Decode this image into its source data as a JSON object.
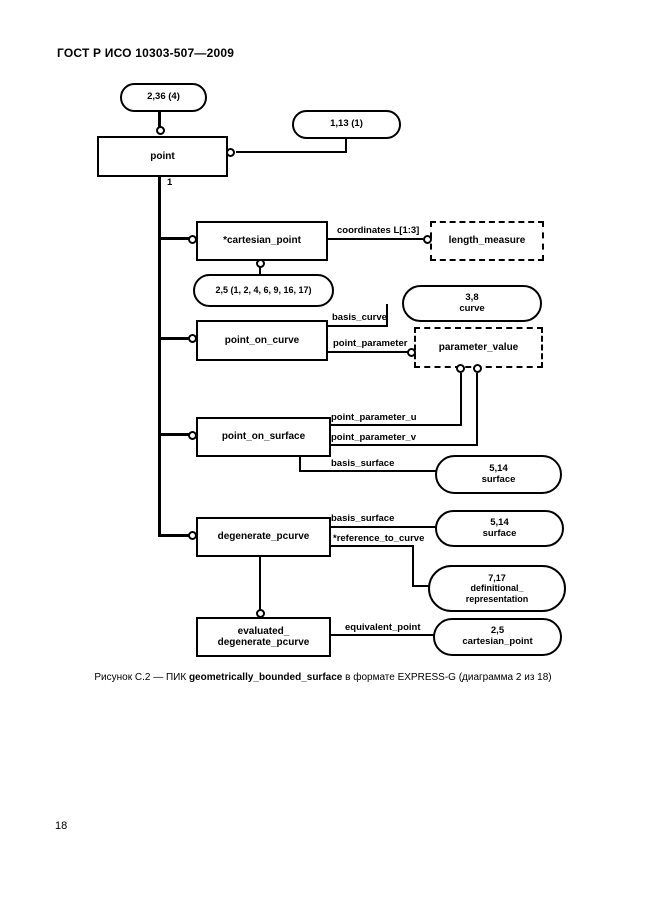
{
  "header": {
    "title": "ГОСТ Р ИСО 10303-507—2009"
  },
  "footer": {
    "page_number": "18"
  },
  "caption": {
    "prefix": "Рисунок С.2 — ПИК ",
    "entity": "geometrically_bounded_surface",
    "suffix": " в формате EXPRESS-G (диаграмма 2 из 18)"
  },
  "diagram": {
    "entities": {
      "point": "point",
      "cartesian_point": "*cartesian_point",
      "point_on_curve": "point_on_curve",
      "point_on_surface": "point_on_surface",
      "degenerate_pcurve": "degenerate_pcurve",
      "evaluated_degenerate_pcurve": {
        "line1": "evaluated_",
        "line2": "degenerate_pcurve"
      }
    },
    "types": {
      "length_measure": "length_measure",
      "parameter_value": "parameter_value"
    },
    "page_refs": {
      "point_pages": "2,36 (4)",
      "supertype_ref": "1,13 (1)",
      "cartesian_point_pages": "2,5 (1, 2, 4, 6, 9, 16, 17)",
      "curve": {
        "line1": "3,8",
        "line2": "curve"
      },
      "surface_for_point_on_surface": {
        "line1": "5,14",
        "line2": "surface"
      },
      "surface_for_degenerate_pcurve": {
        "line1": "5,14",
        "line2": "surface"
      },
      "definitional_representation": {
        "line1": "7,17",
        "line2": "definitional_",
        "line3": "representation"
      },
      "cartesian_point_ref": {
        "line1": "2,5",
        "line2": "cartesian_point"
      }
    },
    "edge_labels": {
      "cardinality": "1",
      "coordinates": "coordinates L[1:3]",
      "basis_curve": "basis_curve",
      "point_parameter": "point_parameter",
      "point_parameter_u": "point_parameter_u",
      "point_parameter_v": "point_parameter_v",
      "basis_surface_point_on_surface": "basis_surface",
      "basis_surface_degenerate_pcurve": "basis_surface",
      "reference_to_curve": "*reference_to_curve",
      "equivalent_point": "equivalent_point"
    }
  }
}
